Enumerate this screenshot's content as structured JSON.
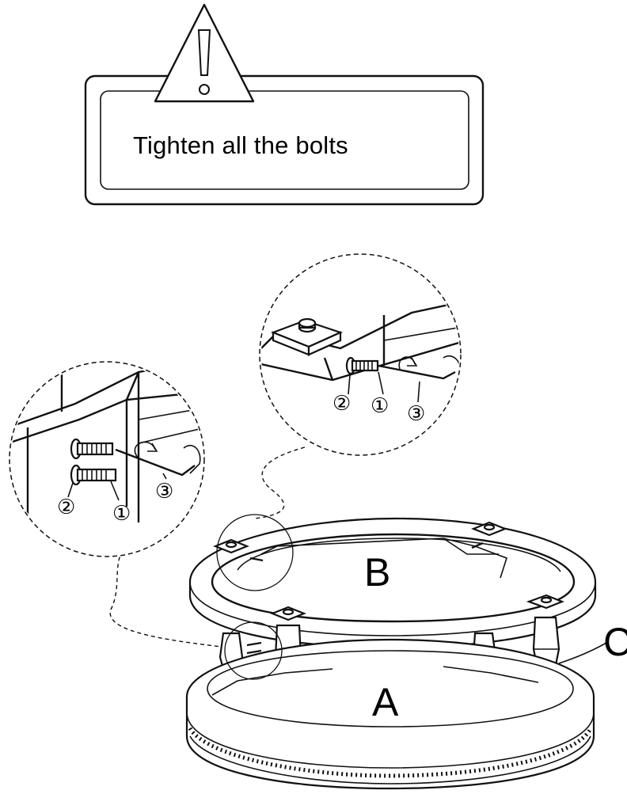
{
  "warning": {
    "text": "Tighten all the bolts",
    "icon": "warning-triangle-icon"
  },
  "part_labels": {
    "top_frame": "B",
    "bottom_frame": "A",
    "leg": "C"
  },
  "callouts": {
    "left": {
      "washer": "②",
      "bolt": "①",
      "wrench": "③"
    },
    "right": {
      "washer": "②",
      "bolt": "①",
      "wrench": "③"
    }
  }
}
